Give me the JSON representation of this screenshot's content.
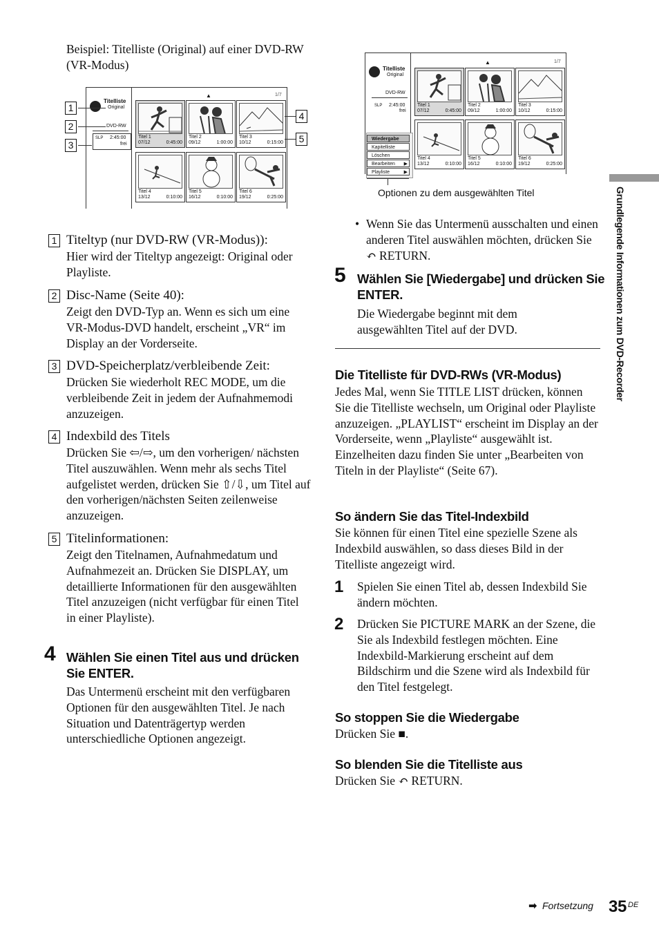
{
  "page": {
    "intro": "Beispiel: Titelliste (Original) auf einer DVD-RW (VR-Modus)",
    "side_tab": "Grundlegende Informationen zum DVD-Recorder",
    "footer_continue": "Fortsetzung",
    "page_number": "35",
    "page_suffix": "DE"
  },
  "screen1": {
    "title": "Titelliste",
    "subtitle": "Original",
    "disc": "DVD-RW",
    "mode": "SLP",
    "time": "2:45:00",
    "free": "frei",
    "page": "1/7",
    "callouts": [
      "1",
      "2",
      "3",
      "4",
      "5"
    ],
    "titles": [
      {
        "name": "Titel 1",
        "date": "07/12",
        "dur": "0:45:00"
      },
      {
        "name": "Titel 2",
        "date": "09/12",
        "dur": "1:00:00"
      },
      {
        "name": "Titel 3",
        "date": "10/12",
        "dur": "0:15:00"
      },
      {
        "name": "Titel 4",
        "date": "13/12",
        "dur": "0:10:00"
      },
      {
        "name": "Titel 5",
        "date": "16/12",
        "dur": "0:10:00"
      },
      {
        "name": "Titel 6",
        "date": "19/12",
        "dur": "0:25:00"
      }
    ]
  },
  "screen2": {
    "menu": [
      "Wiedergabe",
      "Kapitelliste",
      "Löschen",
      "Bearbeiten",
      "Playliste"
    ],
    "caption": "Optionen zu dem ausgewählten Titel"
  },
  "legend": [
    {
      "num": "1",
      "title": "Titeltyp (nur DVD-RW (VR-Modus)):",
      "desc": "Hier wird der Titeltyp angezeigt: Original oder Playliste."
    },
    {
      "num": "2",
      "title": "Disc-Name (Seite 40):",
      "desc": "Zeigt den DVD-Typ an. Wenn es sich um eine VR-Modus-DVD handelt, erscheint „VR“ im Display an der Vorderseite."
    },
    {
      "num": "3",
      "title": "DVD-Speicherplatz/verbleibende Zeit:",
      "desc": "Drücken Sie wiederholt REC MODE, um die verbleibende Zeit in jedem der Aufnahmemodi anzuzeigen."
    },
    {
      "num": "4",
      "title": "Indexbild des Titels",
      "desc": "Drücken Sie ⇦/⇨, um den vorherigen/ nächsten Titel auszuwählen. Wenn mehr als sechs Titel aufgelistet werden, drücken Sie ⇧/⇩, um Titel auf den vorherigen/nächsten Seiten zeilenweise anzuzeigen."
    },
    {
      "num": "5",
      "title": "Titelinformationen:",
      "desc": "Zeigt den Titelnamen, Aufnahmedatum und Aufnahmezeit an. Drücken Sie DISPLAY, um detaillierte Informationen für den ausgewählten Titel anzuzeigen (nicht verfügbar für einen Titel in einer Playliste)."
    }
  ],
  "step4": {
    "num": "4",
    "heading": "Wählen Sie einen Titel aus und drücken Sie ENTER.",
    "body": "Das Untermenü erscheint mit den verfügbaren Optionen für den ausgewählten Titel. Je nach Situation und Datenträgertyp werden unterschiedliche Optionen angezeigt."
  },
  "bullet": "Wenn Sie das Untermenü ausschalten und einen anderen Titel auswählen möchten, drücken Sie ↶ RETURN.",
  "step5": {
    "num": "5",
    "heading": "Wählen Sie [Wiedergabe] und drücken Sie ENTER.",
    "body": "Die Wiedergabe beginnt mit dem ausgewählten Titel auf der DVD."
  },
  "section_vr": {
    "heading": "Die Titelliste für DVD-RWs (VR-Modus)",
    "body": "Jedes Mal, wenn Sie TITLE LIST drücken, können Sie die Titelliste wechseln, um Original oder Playliste anzuzeigen. „PLAYLIST“ erscheint im Display an der Vorderseite, wenn „Playliste“ ausgewählt ist. Einzelheiten dazu finden Sie unter „Bearbeiten von Titeln in der Playliste“ (Seite 67)."
  },
  "section_index": {
    "heading": "So ändern Sie das Titel-Indexbild",
    "body": "Sie können für einen Titel eine spezielle Szene als Indexbild auswählen, so dass dieses Bild in der Titelliste angezeigt wird.",
    "steps": [
      {
        "num": "1",
        "text": "Spielen Sie einen Titel ab, dessen Indexbild Sie ändern möchten."
      },
      {
        "num": "2",
        "text": "Drücken Sie PICTURE MARK an der Szene, die Sie als Indexbild festlegen möchten. Eine Indexbild-Markierung erscheint auf dem Bildschirm und die Szene wird als Indexbild für den Titel festgelegt."
      }
    ]
  },
  "section_stop": {
    "heading": "So stoppen Sie die Wiedergabe",
    "body": "Drücken Sie ■."
  },
  "section_hide": {
    "heading": "So blenden Sie die Titelliste aus",
    "body": "Drücken Sie ↶ RETURN."
  }
}
